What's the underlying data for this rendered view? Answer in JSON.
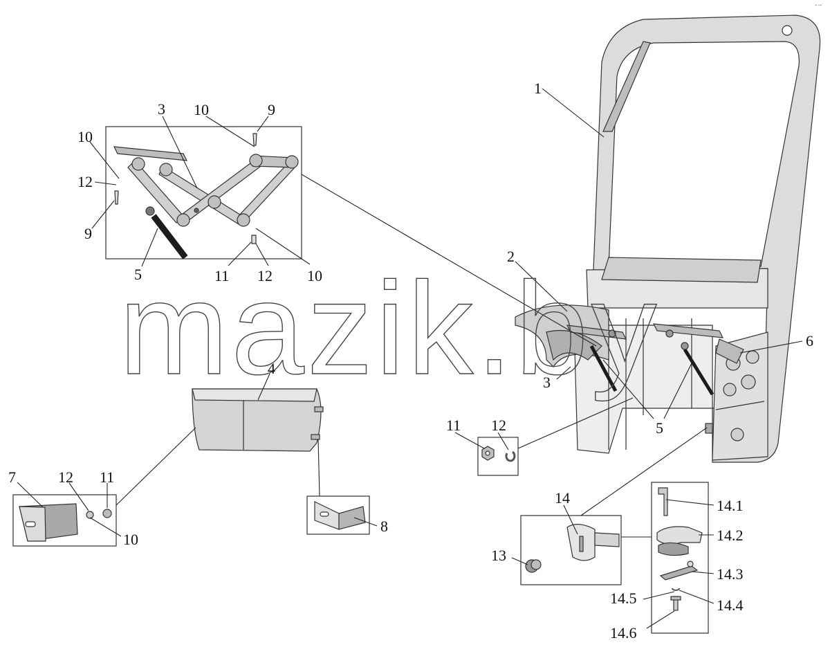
{
  "watermark": "mazik.by",
  "corner_mark": "▪▪ ▪▪▪",
  "labels": {
    "p1": "1",
    "p2": "2",
    "p3_main": "3",
    "p3_inset": "3",
    "p4": "4",
    "p5_main": "5",
    "p5_inset": "5",
    "p6": "6",
    "p7": "7",
    "p8": "8",
    "p9_top": "9",
    "p9_left": "9",
    "p10_top": "10",
    "p10_left_top": "10",
    "p10_right": "10",
    "p10_trim": "10",
    "p11_inset": "11",
    "p11_nut": "11",
    "p11_trim": "11",
    "p12_left": "12",
    "p12_inset": "12",
    "p12_nut": "12",
    "p12_trim": "12",
    "p13": "13",
    "p14": "14",
    "p14_1": "14.1",
    "p14_2": "14.2",
    "p14_3": "14.3",
    "p14_4": "14.4",
    "p14_5": "14.5",
    "p14_6": "14.6"
  },
  "colors": {
    "part_fill": "#d9d9d9",
    "part_dark": "#a8a8a8",
    "rod": "#1c1c1c",
    "line": "#222222"
  }
}
